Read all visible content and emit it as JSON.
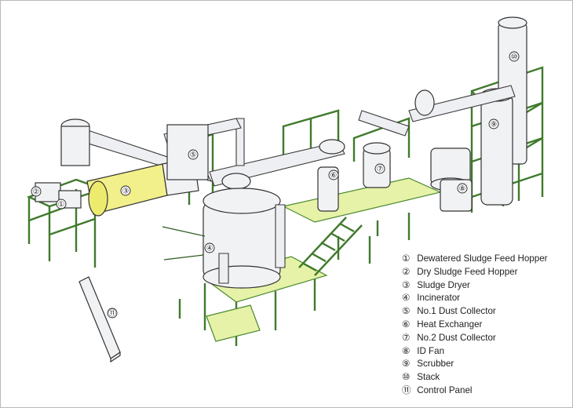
{
  "legend": {
    "items": [
      {
        "num": "①",
        "label": "Dewatered Sludge Feed Hopper"
      },
      {
        "num": "②",
        "label": "Dry Sludge Feed Hopper"
      },
      {
        "num": "③",
        "label": "Sludge Dryer"
      },
      {
        "num": "④",
        "label": "Incinerator"
      },
      {
        "num": "⑤",
        "label": "No.1 Dust Collector"
      },
      {
        "num": "⑥",
        "label": "Heat Exchanger"
      },
      {
        "num": "⑦",
        "label": "No.2 Dust Collector"
      },
      {
        "num": "⑧",
        "label": "ID Fan"
      },
      {
        "num": "⑨",
        "label": "Scrubber"
      },
      {
        "num": "⑩",
        "label": "Stack"
      },
      {
        "num": "⑪",
        "label": "Control Panel"
      }
    ]
  },
  "callouts": {
    "c1": "①",
    "c2": "②",
    "c3": "③",
    "c4": "④",
    "c5": "⑤",
    "c6": "⑥",
    "c7": "⑦",
    "c8": "⑧",
    "c9": "⑨",
    "c10": "⑩",
    "c11": "⑪"
  },
  "colors": {
    "steel": "#3f7a2c",
    "platform": "#e6f2a8",
    "dryer": "#f2f08a",
    "equipment": "#eeeff2"
  }
}
